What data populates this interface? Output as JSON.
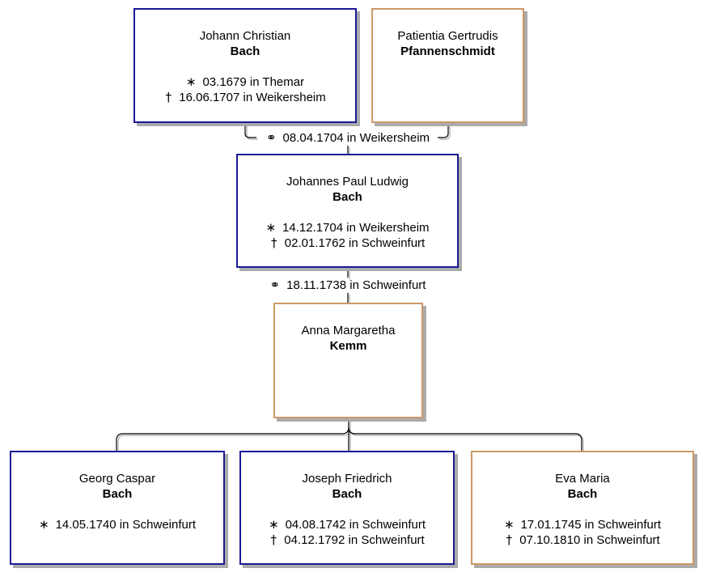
{
  "diagram_type": "family-tree",
  "colors": {
    "male_border": "#1a1a96",
    "female_border": "#cc9966",
    "box_shadow": "#ababab",
    "connector": "#000000",
    "background": "#ffffff"
  },
  "symbols": {
    "birth": "∗",
    "death": "†",
    "marriage": "⚭"
  },
  "persons": [
    {
      "given": "Johann Christian",
      "surname": "Bach",
      "sex": "male",
      "birth_symbol": "∗",
      "birth": "03.1679 in Themar",
      "death_symbol": "†",
      "death": "16.06.1707 in Weikersheim"
    },
    {
      "given": "Patientia Gertrudis",
      "surname": "Pfannenschmidt",
      "sex": "female"
    },
    {
      "given": "Johannes Paul Ludwig",
      "surname": "Bach",
      "sex": "male",
      "birth_symbol": "∗",
      "birth": "14.12.1704 in Weikersheim",
      "death_symbol": "†",
      "death": "02.01.1762 in Schweinfurt"
    },
    {
      "given": "Anna Margaretha",
      "surname": "Kemm",
      "sex": "female"
    },
    {
      "given": "Georg Caspar",
      "surname": "Bach",
      "sex": "male",
      "birth_symbol": "∗",
      "birth": "14.05.1740 in Schweinfurt"
    },
    {
      "given": "Joseph Friedrich",
      "surname": "Bach",
      "sex": "male",
      "birth_symbol": "∗",
      "birth": "04.08.1742 in Schweinfurt",
      "death_symbol": "†",
      "death": "04.12.1792 in Schweinfurt"
    },
    {
      "given": "Eva Maria",
      "surname": "Bach",
      "sex": "female",
      "birth_symbol": "∗",
      "birth": "17.01.1745 in Schweinfurt",
      "death_symbol": "†",
      "death": "07.10.1810 in Schweinfurt"
    }
  ],
  "marriages": [
    {
      "symbol": "⚭",
      "label": "08.04.1704 in Weikersheim"
    },
    {
      "symbol": "⚭",
      "label": "18.11.1738 in Schweinfurt"
    }
  ]
}
